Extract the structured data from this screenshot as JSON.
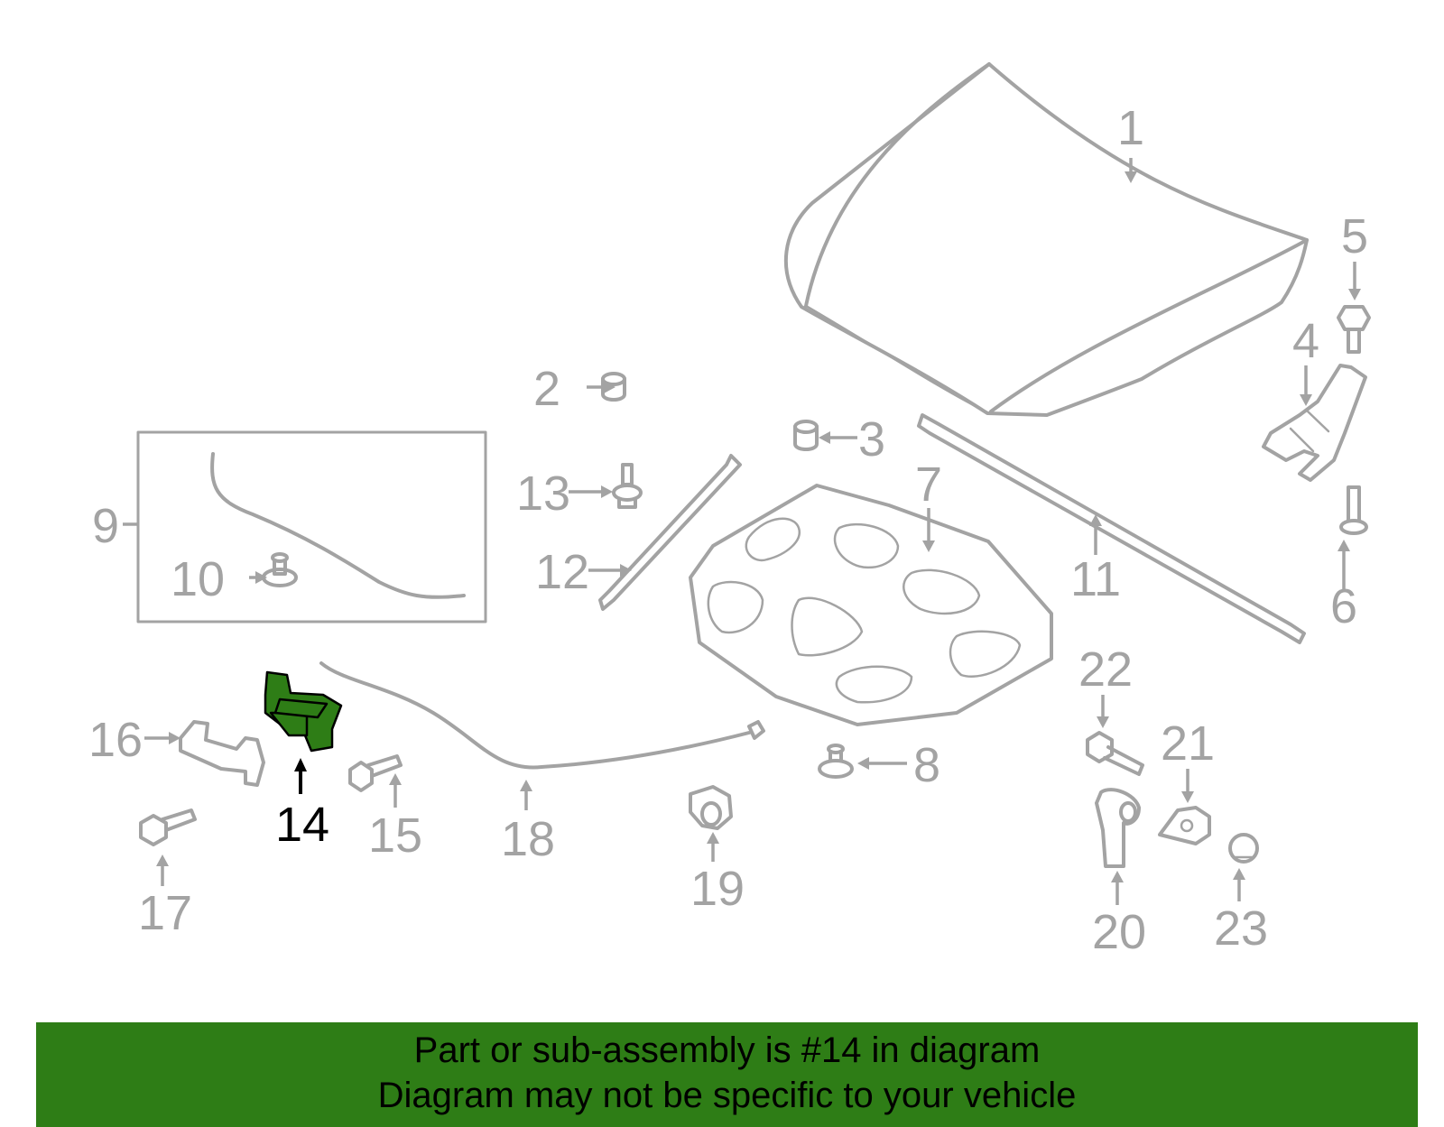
{
  "callouts": [
    "1",
    "2",
    "3",
    "4",
    "5",
    "6",
    "7",
    "8",
    "9",
    "10",
    "11",
    "12",
    "13",
    "14",
    "15",
    "16",
    "17",
    "18",
    "19",
    "20",
    "21",
    "22",
    "23"
  ],
  "highlighted_part": "14",
  "colors": {
    "highlight": "#2e7d16",
    "parts": "#a3a3a3",
    "banner": "#2e7d16"
  },
  "banner": {
    "line1": "Part or sub-assembly is #14 in diagram",
    "line2": "Diagram may not be specific to your vehicle"
  }
}
